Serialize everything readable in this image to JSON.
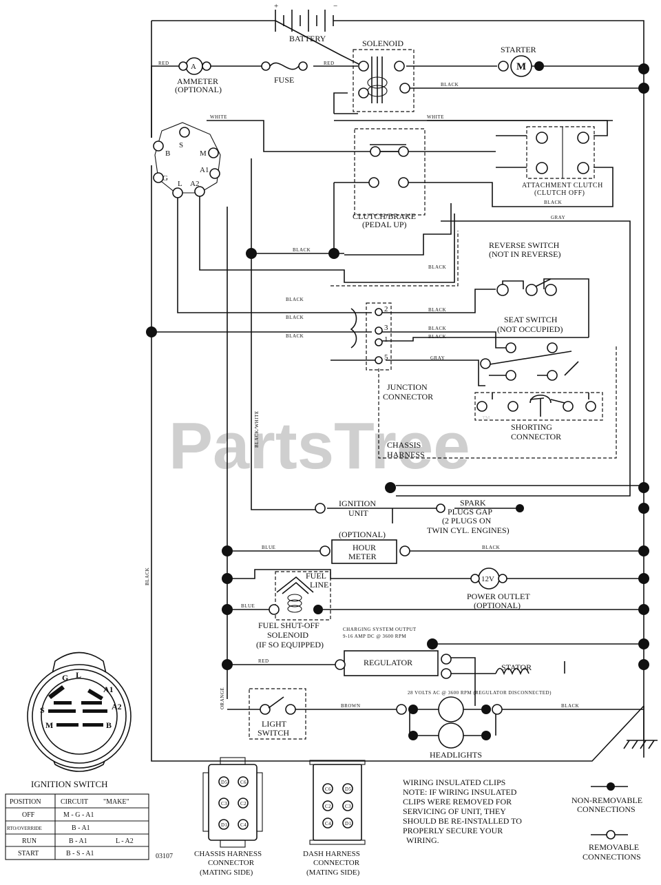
{
  "watermark": "PartsTree",
  "trademark": "™",
  "components": {
    "battery": "BATTERY",
    "battery_plus": "+",
    "battery_minus": "−",
    "solenoid": "SOLENOID",
    "starter": "STARTER",
    "starter_symbol": "M",
    "ammeter": "AMMETER",
    "ammeter_opt": "(OPTIONAL)",
    "ammeter_symbol": "A",
    "fuse": "FUSE",
    "clutch_brake": "CLUTCH/BRAKE",
    "clutch_brake_sub": "(PEDAL UP)",
    "attach_clutch": "ATTACHMENT CLUTCH",
    "attach_clutch_sub": "(CLUTCH OFF)",
    "reverse_switch": "REVERSE SWITCH",
    "reverse_switch_sub": "(NOT IN REVERSE)",
    "seat_switch": "SEAT SWITCH",
    "seat_switch_sub": "(NOT OCCUPIED)",
    "junction_1": "JUNCTION",
    "junction_2": "CONNECTOR",
    "shorting_1": "SHORTING",
    "shorting_2": "CONNECTOR",
    "chassis_1": "CHASSIS",
    "chassis_2": "HARNESS",
    "ignition_unit_1": "IGNITION",
    "ignition_unit_2": "UNIT",
    "spark_1": "SPARK",
    "spark_2": "PLUGS GAP",
    "spark_3": "(2 PLUGS ON",
    "spark_4": "TWIN CYL. ENGINES)",
    "hour_opt": "(OPTIONAL)",
    "hour_1": "HOUR",
    "hour_2": "METER",
    "fuel_line_1": "FUEL",
    "fuel_line_2": "LINE",
    "power_outlet": "POWER OUTLET",
    "power_outlet_sub": "(OPTIONAL)",
    "power_symbol": "12V",
    "fuel_sol_1": "FUEL SHUT-OFF",
    "fuel_sol_2": "SOLENOID",
    "fuel_sol_3": "(IF SO EQUIPPED)",
    "charging_1": "CHARGING SYSTEM OUTPUT",
    "charging_2": "9-16 AMP DC @ 3600 RPM",
    "regulator": "REGULATOR",
    "stator": "STATOR",
    "stator_note": "28 VOLTS AC @ 3600 RPM (REGULATOR DISCONNECTED)",
    "light_switch_1": "LIGHT",
    "light_switch_2": "SWITCH",
    "headlights": "HEADLIGHTS"
  },
  "terminals": {
    "S": "S",
    "M": "M",
    "A1": "A1",
    "A2": "A2",
    "L": "L",
    "G": "G",
    "B": "B",
    "j2": "2",
    "j3": "3",
    "j1": "1",
    "j5": "5"
  },
  "wires": {
    "red": "RED",
    "black": "BLACK",
    "white": "WHITE",
    "gray": "GRAY",
    "blue": "BLUE",
    "brown": "BROWN",
    "orange": "ORANGE",
    "black_white": "BLACK/WHITE"
  },
  "ignition_switch": {
    "title": "IGNITION SWITCH",
    "header": [
      "POSITION",
      "CIRCUIT",
      "\"MAKE\""
    ],
    "rows": [
      [
        "OFF",
        "M - G - A1",
        ""
      ],
      [
        "RTO/OVERRIDE",
        "B - A1",
        ""
      ],
      [
        "RUN",
        "B - A1",
        "L - A2"
      ],
      [
        "START",
        "B - S - A1",
        ""
      ]
    ]
  },
  "part_code": "03107",
  "chassis_connector": {
    "title_1": "CHASSIS HARNESS",
    "title_2": "CONNECTOR",
    "title_3": "(MATING SIDE)",
    "pins": [
      "D5",
      "C6",
      "C3",
      "C2",
      "D1",
      "C4"
    ]
  },
  "dash_connector": {
    "title_1": "DASH HARNESS",
    "title_2": "CONNECTOR",
    "title_3": "(MATING SIDE)",
    "pins": [
      "C6",
      "D5",
      "C2",
      "C3",
      "C4",
      "D1"
    ]
  },
  "note": {
    "lines": [
      "WIRING INSULATED CLIPS",
      "NOTE: IF WIRING INSULATED",
      "CLIPS WERE REMOVED FOR",
      "SERVICING OF UNIT, THEY",
      "SHOULD BE RE-INSTALLED TO",
      "PROPERLY SECURE YOUR",
      "WIRING."
    ]
  },
  "legend": {
    "non_removable_1": "NON-REMOVABLE",
    "non_removable_2": "CONNECTIONS",
    "removable_1": "REMOVABLE",
    "removable_2": "CONNECTIONS"
  }
}
